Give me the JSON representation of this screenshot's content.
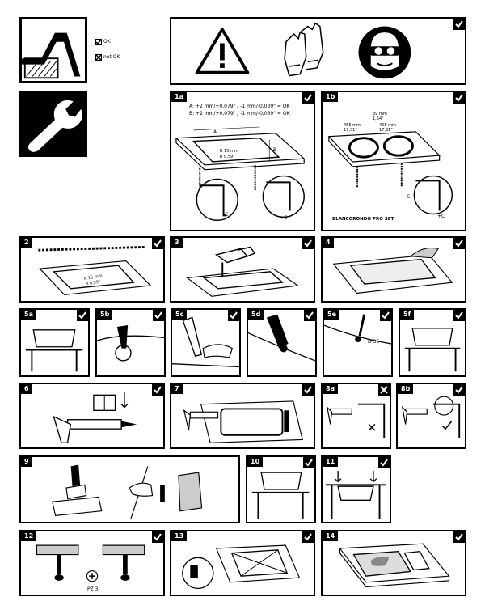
{
  "legend": {
    "ok": "OK",
    "not_ok": "not OK"
  },
  "steps": {
    "s1a": "1a",
    "s1b": "1b",
    "s2": "2",
    "s3": "3",
    "s4": "4",
    "s5a": "5a",
    "s5b": "5b",
    "s5c": "5c",
    "s5d": "5d",
    "s5e": "5e",
    "s5f": "5f",
    "s6": "6",
    "s7": "7",
    "s8a": "8a",
    "s8b": "8b",
    "s9": "9",
    "s10": "10",
    "s11": "11",
    "s12": "12",
    "s13": "13",
    "s14": "14"
  },
  "tolerance": {
    "line_a": "A: +2 mm/+0,079\" / -1 mm/-0,039\" = OK",
    "line_b": "B: +2 mm/+0,079\" / -1 mm/-0,039\" = OK"
  },
  "labels_1a": {
    "a": "A",
    "b": "B",
    "r": "R 15 mm",
    "r_in": "R 0,59\"",
    "minus_c": "-C",
    "plus_c": "+C"
  },
  "labels_1b": {
    "d39": "39 mm",
    "d39_in": "1,54\"",
    "d465a": "465 mm",
    "d465a_in": "17,31\"",
    "d465b": "465 mm",
    "d465b_in": "17,31\"",
    "minus_c": "-C",
    "plus_c": "+C",
    "product": "BLANCORONDO PRO SET"
  },
  "labels_2": {
    "r": "R 15 mm",
    "r_in": "R 0,59\""
  },
  "labels_5e": {
    "dia": "Ø 35"
  },
  "labels_12": {
    "tool": "PZ 3"
  }
}
